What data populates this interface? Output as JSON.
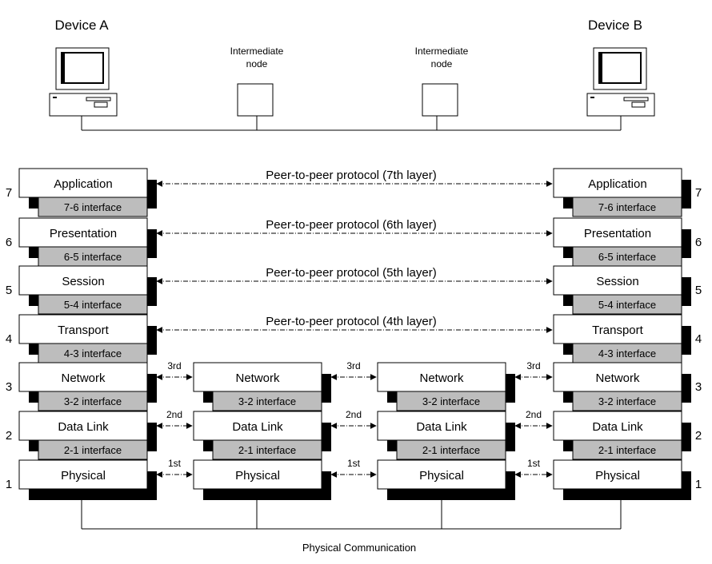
{
  "devices": {
    "a_label": "Device A",
    "b_label": "Device B",
    "node_label_1": "Intermediate",
    "node_label_2": "node"
  },
  "layers": [
    {
      "num": "7",
      "name": "Application",
      "interface": "7-6 interface"
    },
    {
      "num": "6",
      "name": "Presentation",
      "interface": "6-5 interface"
    },
    {
      "num": "5",
      "name": "Session",
      "interface": "5-4 interface"
    },
    {
      "num": "4",
      "name": "Transport",
      "interface": "4-3 interface"
    },
    {
      "num": "3",
      "name": "Network",
      "interface": "3-2 interface"
    },
    {
      "num": "2",
      "name": "Data Link",
      "interface": "2-1 interface"
    },
    {
      "num": "1",
      "name": "Physical",
      "interface": ""
    }
  ],
  "peer_protocols": [
    "Peer-to-peer protocol (7th layer)",
    "Peer-to-peer protocol (6th layer)",
    "Peer-to-peer protocol (5th layer)",
    "Peer-to-peer protocol (4th layer)"
  ],
  "hop_labels": [
    "3rd",
    "2nd",
    "1st"
  ],
  "footer": "Physical Communication"
}
